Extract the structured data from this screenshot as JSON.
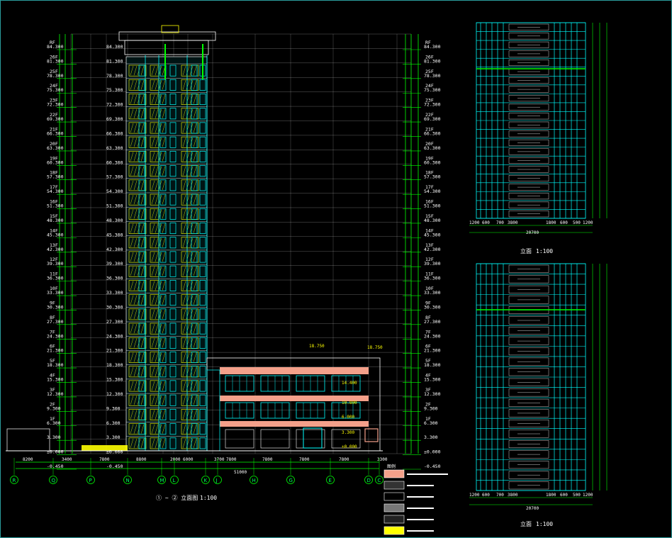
{
  "drawing": {
    "main_title": "① ~ ② 立面图",
    "main_scale": "1:100",
    "side_top_title": "立面",
    "side_top_scale": "1:100",
    "side_bottom_title": "立面",
    "side_bottom_scale": "1:100",
    "legend_label": "图例"
  },
  "colors": {
    "background": "#000000",
    "grid": "#ffffff",
    "glass": "#00ffff",
    "dimension": "#00ff00",
    "cladding": "#ffff00",
    "accent": "#f4a08a"
  },
  "elevations_left": [
    "84.300",
    "81.300",
    "78.300",
    "75.300",
    "72.300",
    "69.300",
    "66.300",
    "63.300",
    "60.300",
    "57.300",
    "54.300",
    "51.300",
    "48.300",
    "45.300",
    "42.300",
    "39.300",
    "36.300",
    "33.300",
    "30.300",
    "27.300",
    "24.300",
    "21.300",
    "18.300",
    "15.300",
    "12.300",
    "9.300",
    "6.300",
    "3.300",
    "±0.000",
    "-0.450"
  ],
  "floors_left": [
    "RF",
    "26F",
    "25F",
    "24F",
    "23F",
    "22F",
    "21F",
    "20F",
    "19F",
    "18F",
    "17F",
    "16F",
    "15F",
    "14F",
    "13F",
    "12F",
    "11F",
    "10F",
    "9F",
    "8F",
    "7F",
    "6F",
    "5F",
    "4F",
    "3F",
    "2F",
    "1F"
  ],
  "podium_levels": [
    "18.750",
    "18.750",
    "14.400",
    "10.800",
    "6.000",
    "3.300",
    "±0.000"
  ],
  "axis_labels": [
    "R",
    "Q",
    "P",
    "N",
    "M",
    "L",
    "K",
    "J",
    "H",
    "G",
    "E",
    "D",
    "C"
  ],
  "bottom_dims": [
    "8200",
    "3400",
    "7800",
    "8800",
    "2000",
    "6000",
    "3700",
    "7800",
    "7800",
    "7800",
    "7800",
    "3300"
  ],
  "bottom_total": "51000",
  "side_top_dims": [
    "1200",
    "600",
    "700",
    "3800",
    "1800",
    "600",
    "500",
    "1200"
  ],
  "side_top_total": "20700",
  "side_bottom_dims": [
    "1200",
    "600",
    "700",
    "3800",
    "1800",
    "600",
    "500",
    "1200"
  ],
  "side_bottom_total": "20700"
}
